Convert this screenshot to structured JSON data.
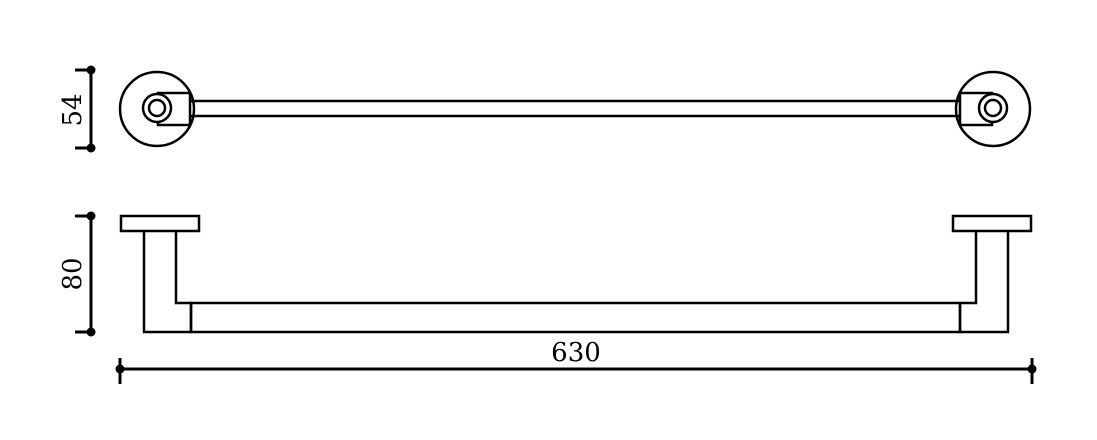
{
  "dimensions": {
    "top_view_depth": "54",
    "side_view_height": "80",
    "overall_length": "630"
  }
}
